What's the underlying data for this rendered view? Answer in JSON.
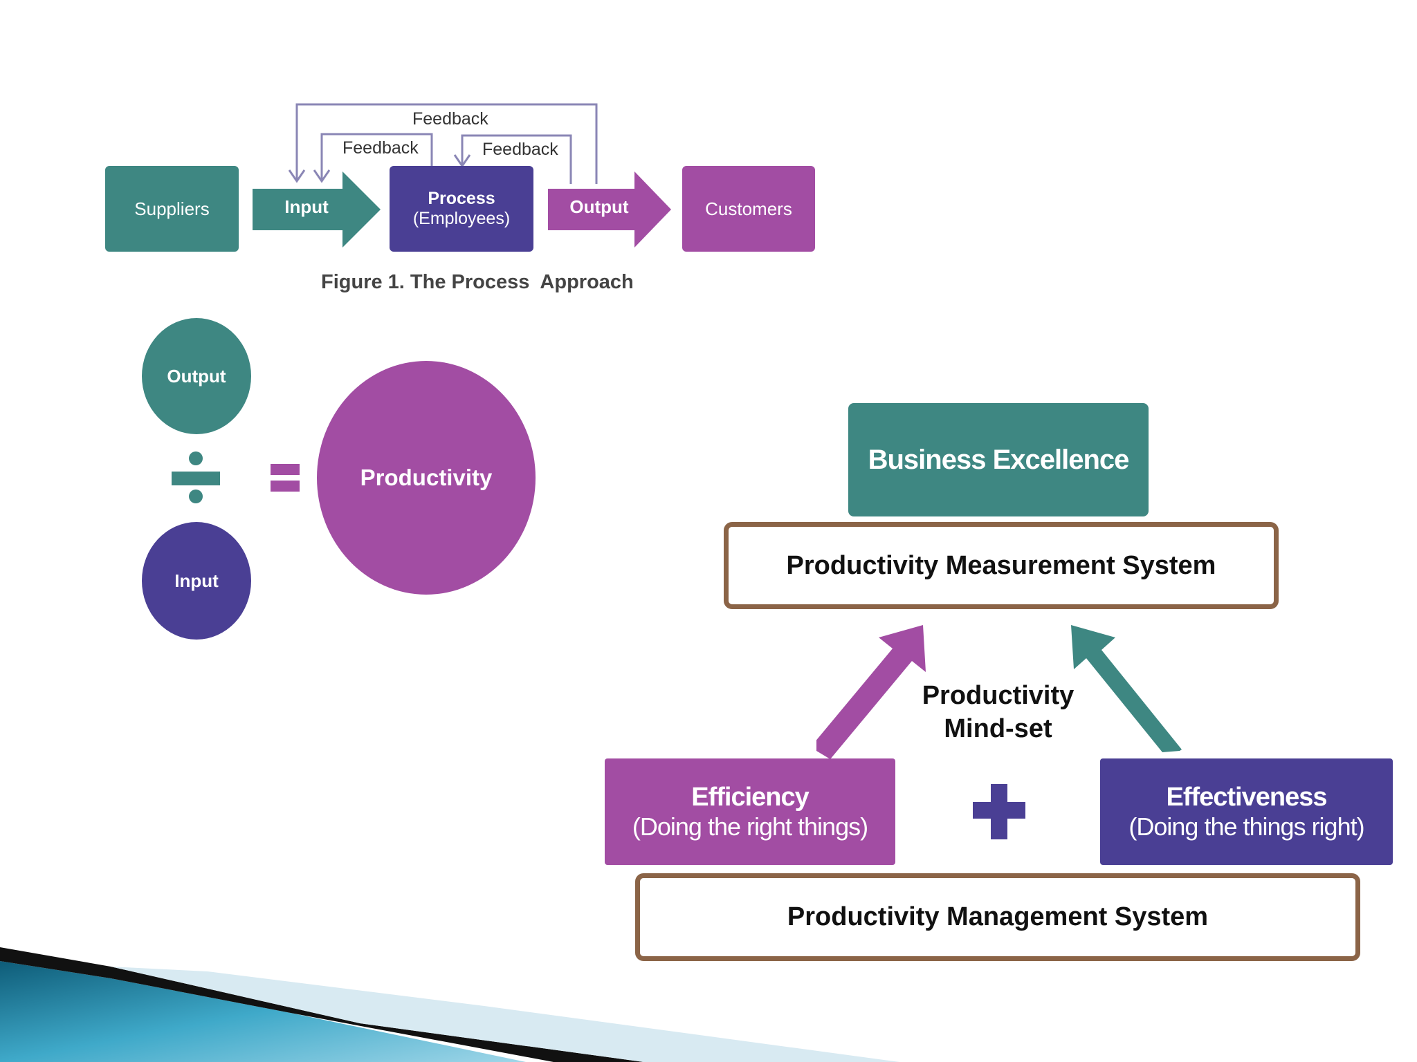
{
  "process": {
    "suppliers": "Suppliers",
    "input": "Input",
    "process_line1": "Process",
    "process_line2": "(Employees)",
    "output": "Output",
    "customers": "Customers",
    "feedback_top": "Feedback",
    "feedback_left": "Feedback",
    "feedback_right": "Feedback",
    "caption": "Figure 1. The Process  Approach"
  },
  "formula": {
    "output": "Output",
    "input": "Input",
    "result": "Productivity"
  },
  "pyramid": {
    "business_excellence": "Business Excellence",
    "measurement": "Productivity Measurement System",
    "mindset_line1": "Productivity",
    "mindset_line2": "Mind-set",
    "efficiency_title": "Efficiency",
    "efficiency_sub": "(Doing the right things)",
    "effectiveness_title": "Effectiveness",
    "effectiveness_sub": "(Doing the things right)",
    "management": "Productivity Management System"
  },
  "colors": {
    "teal": "#3e8782",
    "purple": "#a24da3",
    "indigo": "#4a3f94",
    "brown_border": "#8b6447"
  }
}
